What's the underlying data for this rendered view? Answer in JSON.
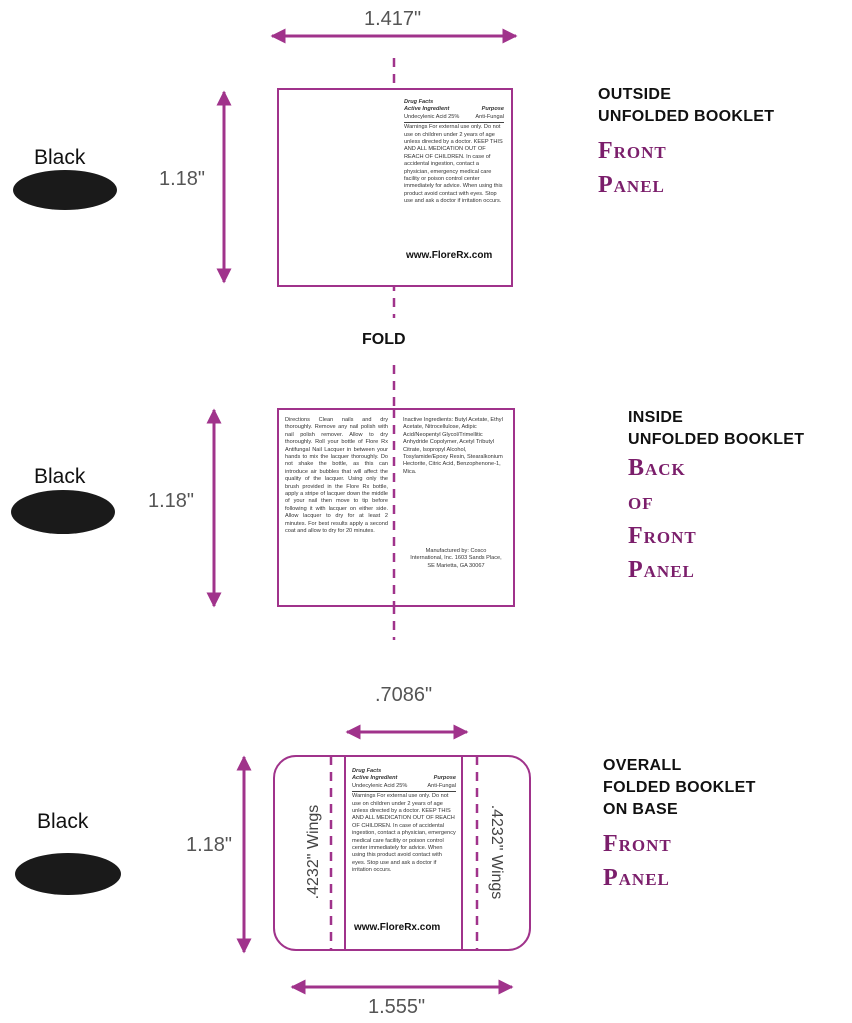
{
  "colors": {
    "accent": "#7b1e6b",
    "stroke": "#a0338b",
    "ellipse": "#1a1a1a"
  },
  "dimensions": {
    "top_width": "1.417\"",
    "height": "1.18\"",
    "mid_width": ".7086\"",
    "bottom_width": "1.555\""
  },
  "fold_label": "FOLD",
  "sections": [
    {
      "color_label": "Black",
      "heading": [
        "OUTSIDE",
        "UNFOLDED BOOKLET"
      ],
      "accent": [
        "Front",
        "Panel"
      ]
    },
    {
      "color_label": "Black",
      "heading": [
        "INSIDE",
        "UNFOLDED BOOKLET"
      ],
      "accent": [
        "Back",
        "of",
        "Front",
        "Panel"
      ]
    },
    {
      "color_label": "Black",
      "heading": [
        "OVERALL",
        "FOLDED BOOKLET",
        "ON BASE"
      ],
      "accent": [
        "Front",
        "Panel"
      ]
    }
  ],
  "booklet": {
    "title": "Drug Facts",
    "active_label": "Active Ingredient",
    "purpose_label": "Purpose",
    "active_value": "Undecylenic Acid 25%",
    "purpose_value": "Anti-Fungal",
    "warnings": "Warnings For external use only. Do not use on children under 2 years of age unless directed by a doctor. KEEP THIS AND ALL MEDICATION OUT OF REACH OF CHILDREN. In case of accidental ingestion, contact a physician, emergency medical care facility or poison control center immediately for advice. When using this product avoid contact with eyes. Stop use and ask a doctor if irritation occurs.",
    "url": "www.FloreRx.com",
    "directions": "Directions Clean nails and dry thoroughly. Remove any nail polish with nail polish remover. Allow to dry thoroughly. Roll your bottle of Flore Rx Antifungal Nail Lacquer in between your hands to mix the lacquer thoroughly. Do not shake the bottle, as this can introduce air bubbles that will affect the quality of the lacquer. Using only the brush provided in the Flore Rx bottle, apply a stripe of lacquer down the middle of your nail then move to tip before following it with lacquer on either side. Allow lacquer to dry for at least 2 minutes. For best results apply a second coat and allow to dry for 20 minutes.",
    "inactive": "Inactive Ingredients: Butyl Acetate, Ethyl Acetate, Nitrocellulose, Adipic Acid/Neopentyl Glycol/Trimellitic Anhydride Copolymer, Acetyl Tributyl Citrate, Isopropyl Alcohol, Tosylamide/Epoxy Resin, Stearalkonium Hectorite, Citric Acid, Benzophenone-1, Mica.",
    "manufacturer": "Manufactured by: Cosco International, Inc. 1603 Sands Place, SE Marietta, GA 30067"
  },
  "wing_label": ".4232\" Wings"
}
